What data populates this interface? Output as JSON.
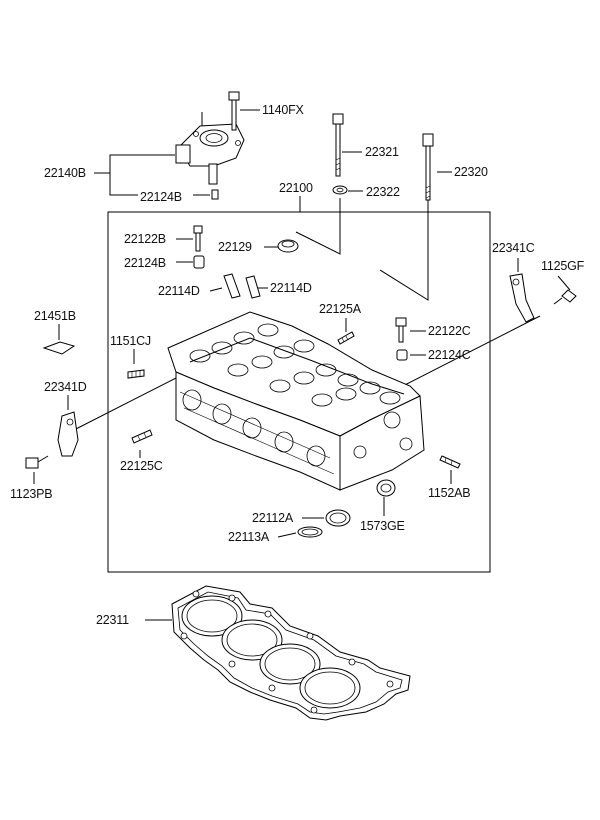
{
  "diagram": {
    "labels": {
      "p1140FX": "1140FX",
      "p22140B": "22140B",
      "p22124B_top": "22124B",
      "p22321": "22321",
      "p22322": "22322",
      "p22320": "22320",
      "p22100": "22100",
      "p22122B": "22122B",
      "p22124B": "22124B",
      "p22129": "22129",
      "p22114D_a": "22114D",
      "p22114D_b": "22114D",
      "p22341C": "22341C",
      "p1125GF": "1125GF",
      "p21451B": "21451B",
      "p22125A": "22125A",
      "p22122C": "22122C",
      "p1151CJ": "1151CJ",
      "p22124C": "22124C",
      "p22341D": "22341D",
      "p22125C": "22125C",
      "p1123PB": "1123PB",
      "p1152AB": "1152AB",
      "p22112A": "22112A",
      "p1573GE": "1573GE",
      "p22113A": "22113A",
      "p22311": "22311"
    }
  }
}
